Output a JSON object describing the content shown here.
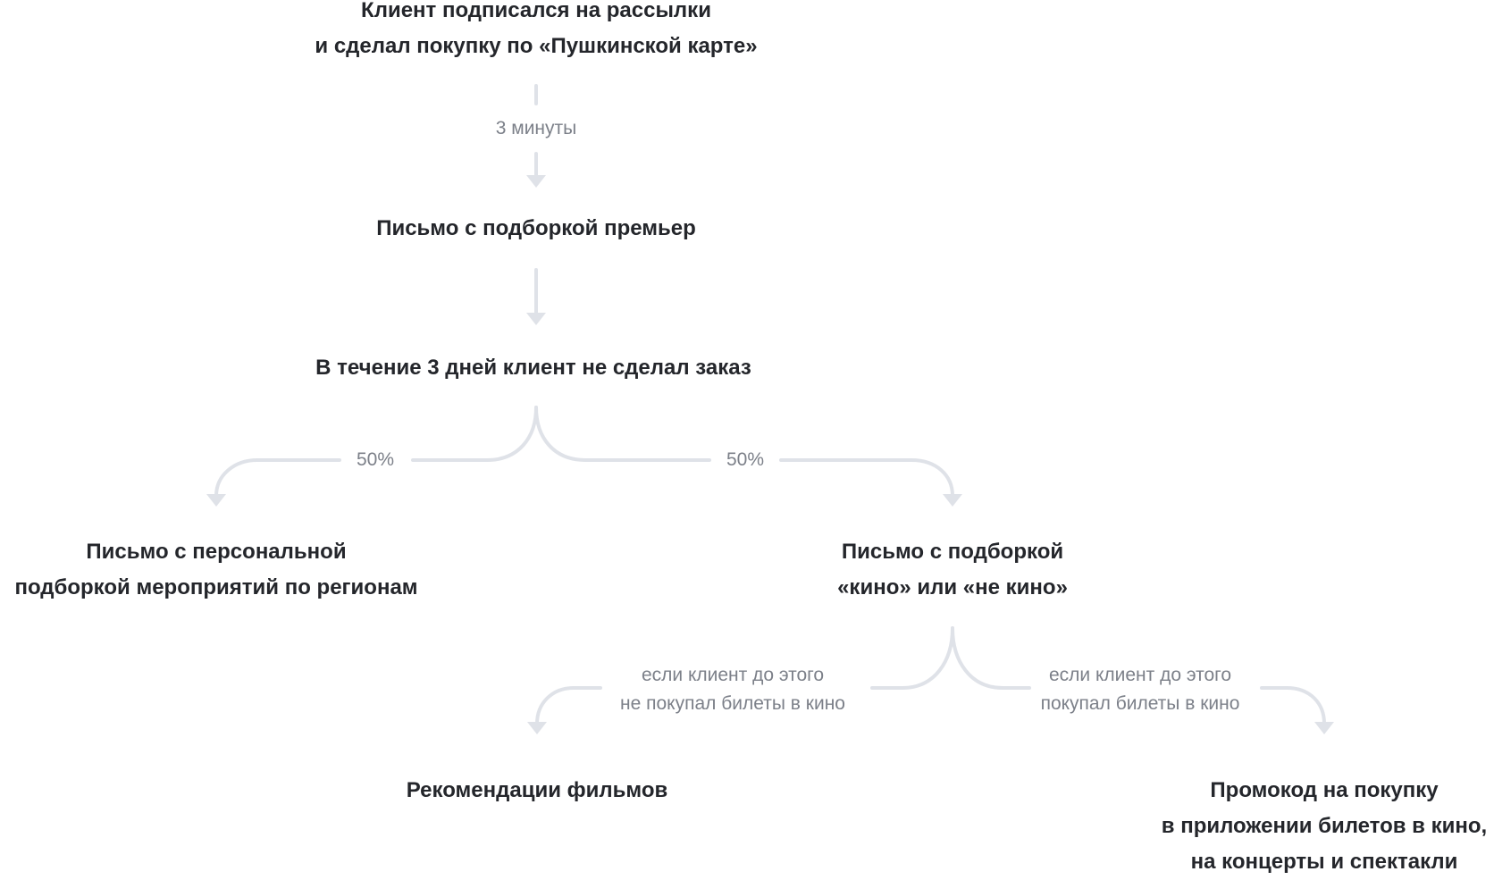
{
  "nodes": {
    "start": [
      "Клиент подписался на рассылки",
      "и сделал покупку по «Пушкинской карте»"
    ],
    "premieres_email": [
      "Письмо с подборкой премьер"
    ],
    "no_order": [
      "В течение 3 дней клиент не сделал заказ"
    ],
    "personal_email": [
      "Письмо с персональной",
      "подборкой мероприятий по регионам"
    ],
    "cinema_email": [
      "Письмо с подборкой",
      "«кино» или «не кино»"
    ],
    "film_recs": [
      "Рекомендации фильмов"
    ],
    "promo": [
      "Промокод на покупку",
      "в приложении билетов в кино,",
      "на концерты и спектакли"
    ]
  },
  "edges": {
    "delay": [
      "3 минуты"
    ],
    "split_left": [
      "50%"
    ],
    "split_right": [
      "50%"
    ],
    "no_cinema": [
      "если клиент до этого",
      "не покупал билеты в кино"
    ],
    "bought_cinema": [
      "если клиент до этого",
      "покупал билеты в кино"
    ]
  },
  "colors": {
    "text": "#24262b",
    "label": "#7c8089",
    "connector": "#dfe2e8"
  }
}
